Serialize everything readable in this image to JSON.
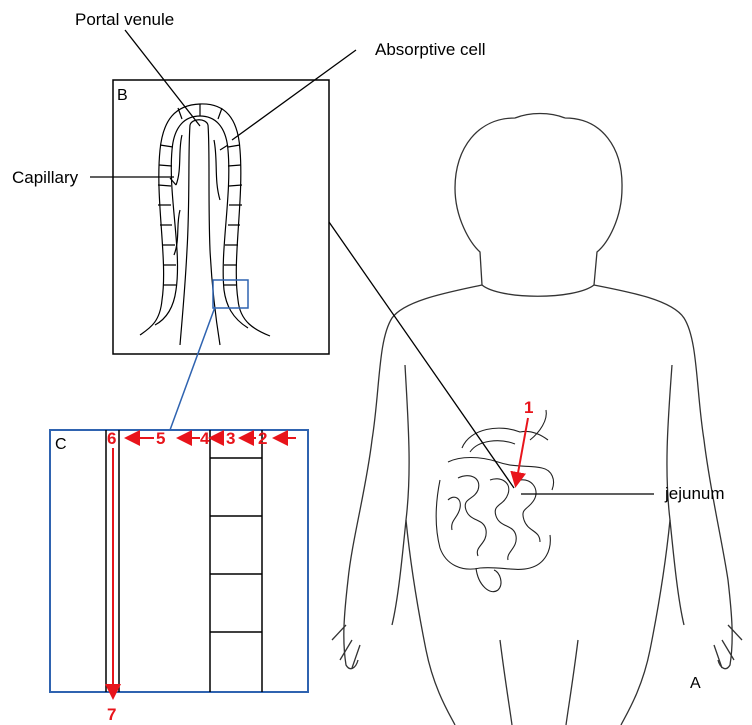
{
  "labels": {
    "portal_venule": "Portal venule",
    "absorptive_cell": "Absorptive cell",
    "capillary": "Capillary",
    "jejunum": "jejunum"
  },
  "panels": {
    "a": "A",
    "b": "B",
    "c": "C"
  },
  "steps": [
    "1",
    "2",
    "3",
    "4",
    "5",
    "6",
    "7"
  ],
  "colors": {
    "step_arrows": "#e8141b",
    "inset_box": "#2f63b0",
    "outline": "#000000"
  }
}
